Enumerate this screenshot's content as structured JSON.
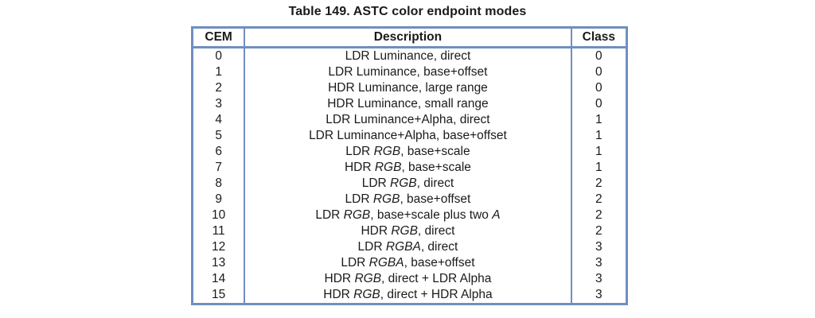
{
  "caption": "Table 149. ASTC color endpoint modes",
  "table": {
    "headers": {
      "cem": "CEM",
      "description": "Description",
      "class": "Class"
    },
    "rows": [
      {
        "cem": "0",
        "description": [
          {
            "t": "LDR Luminance, direct"
          }
        ],
        "class": "0"
      },
      {
        "cem": "1",
        "description": [
          {
            "t": "LDR Luminance, base+offset"
          }
        ],
        "class": "0"
      },
      {
        "cem": "2",
        "description": [
          {
            "t": "HDR Luminance, large range"
          }
        ],
        "class": "0"
      },
      {
        "cem": "3",
        "description": [
          {
            "t": "HDR Luminance, small range"
          }
        ],
        "class": "0"
      },
      {
        "cem": "4",
        "description": [
          {
            "t": "LDR Luminance+Alpha, direct"
          }
        ],
        "class": "1"
      },
      {
        "cem": "5",
        "description": [
          {
            "t": "LDR Luminance+Alpha, base+offset"
          }
        ],
        "class": "1"
      },
      {
        "cem": "6",
        "description": [
          {
            "t": "LDR "
          },
          {
            "t": "RGB",
            "i": true
          },
          {
            "t": ", base+scale"
          }
        ],
        "class": "1"
      },
      {
        "cem": "7",
        "description": [
          {
            "t": "HDR "
          },
          {
            "t": "RGB",
            "i": true
          },
          {
            "t": ", base+scale"
          }
        ],
        "class": "1"
      },
      {
        "cem": "8",
        "description": [
          {
            "t": "LDR "
          },
          {
            "t": "RGB",
            "i": true
          },
          {
            "t": ", direct"
          }
        ],
        "class": "2"
      },
      {
        "cem": "9",
        "description": [
          {
            "t": "LDR "
          },
          {
            "t": "RGB",
            "i": true
          },
          {
            "t": ", base+offset"
          }
        ],
        "class": "2"
      },
      {
        "cem": "10",
        "description": [
          {
            "t": "LDR "
          },
          {
            "t": "RGB",
            "i": true
          },
          {
            "t": ", base+scale plus two "
          },
          {
            "t": "A",
            "i": true
          }
        ],
        "class": "2"
      },
      {
        "cem": "11",
        "description": [
          {
            "t": "HDR "
          },
          {
            "t": "RGB",
            "i": true
          },
          {
            "t": ", direct"
          }
        ],
        "class": "2"
      },
      {
        "cem": "12",
        "description": [
          {
            "t": "LDR "
          },
          {
            "t": "RGBA",
            "i": true
          },
          {
            "t": ", direct"
          }
        ],
        "class": "3"
      },
      {
        "cem": "13",
        "description": [
          {
            "t": "LDR "
          },
          {
            "t": "RGBA",
            "i": true
          },
          {
            "t": ", base+offset"
          }
        ],
        "class": "3"
      },
      {
        "cem": "14",
        "description": [
          {
            "t": "HDR "
          },
          {
            "t": "RGB",
            "i": true
          },
          {
            "t": ", direct + LDR Alpha"
          }
        ],
        "class": "3"
      },
      {
        "cem": "15",
        "description": [
          {
            "t": "HDR "
          },
          {
            "t": "RGB",
            "i": true
          },
          {
            "t": ", direct + HDR Alpha"
          }
        ],
        "class": "3"
      }
    ]
  },
  "colors": {
    "border": "#6f8fbf",
    "text": "#1a1a1a",
    "background": "#ffffff"
  }
}
